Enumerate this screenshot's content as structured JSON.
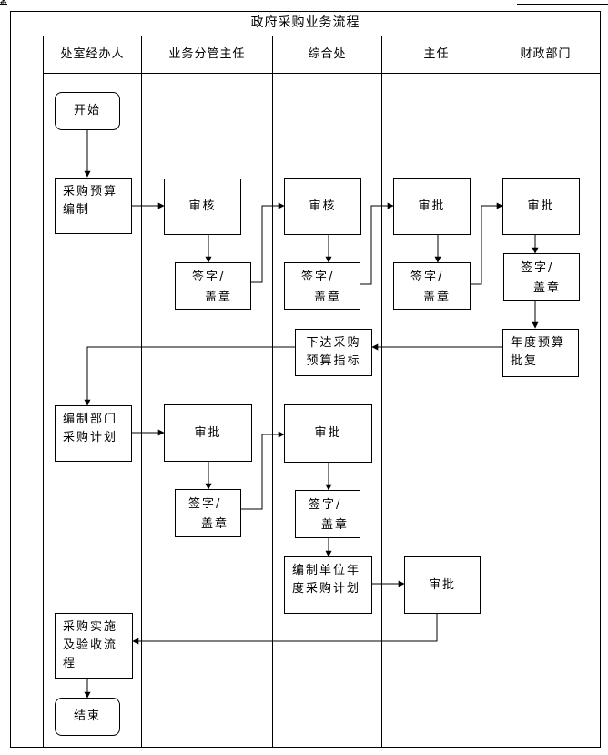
{
  "title": "政府采购业务流程",
  "lanes": [
    {
      "id": "officer",
      "label": "处室经办人"
    },
    {
      "id": "supervisor",
      "label": "业务分管主任"
    },
    {
      "id": "general",
      "label": "综合处"
    },
    {
      "id": "director",
      "label": "主任"
    },
    {
      "id": "finance",
      "label": "财政部门"
    }
  ],
  "nodes": {
    "start": {
      "lines": [
        "开始"
      ]
    },
    "budget_prep": {
      "lines": [
        "采购预算",
        "编制"
      ]
    },
    "review_supervisor_1": {
      "lines": [
        "审核"
      ]
    },
    "sign_supervisor_1": {
      "lines": [
        "签字/",
        "盖章"
      ]
    },
    "review_general_1": {
      "lines": [
        "审核"
      ]
    },
    "sign_general_1": {
      "lines": [
        "签字/",
        "盖章"
      ]
    },
    "approve_director_1": {
      "lines": [
        "审批"
      ]
    },
    "sign_director_1": {
      "lines": [
        "签字/",
        "盖章"
      ]
    },
    "approve_finance": {
      "lines": [
        "审批"
      ]
    },
    "sign_finance": {
      "lines": [
        "签字/",
        "盖章"
      ]
    },
    "annual_budget_reply": {
      "lines": [
        "年度预算",
        "批复"
      ]
    },
    "issue_indicators": {
      "lines": [
        "下达采购",
        "预算指标"
      ]
    },
    "dept_plan": {
      "lines": [
        "编制部门",
        "采购计划"
      ]
    },
    "approve_supervisor_2": {
      "lines": [
        "审批"
      ]
    },
    "sign_supervisor_2": {
      "lines": [
        "签字/",
        "盖章"
      ]
    },
    "approve_general_2": {
      "lines": [
        "审批"
      ]
    },
    "sign_general_2": {
      "lines": [
        "签字/",
        "盖章"
      ]
    },
    "unit_annual_plan": {
      "lines": [
        "编制单位年",
        "度采购计划"
      ]
    },
    "approve_director_2": {
      "lines": [
        "审批"
      ]
    },
    "implement": {
      "lines": [
        "采购实施",
        "及验收流",
        "程"
      ]
    },
    "end": {
      "lines": [
        "结束"
      ]
    }
  },
  "edges": [
    [
      "start",
      "budget_prep"
    ],
    [
      "budget_prep",
      "review_supervisor_1"
    ],
    [
      "review_supervisor_1",
      "sign_supervisor_1"
    ],
    [
      "sign_supervisor_1",
      "review_general_1"
    ],
    [
      "review_general_1",
      "sign_general_1"
    ],
    [
      "sign_general_1",
      "approve_director_1"
    ],
    [
      "approve_director_1",
      "sign_director_1"
    ],
    [
      "sign_director_1",
      "approve_finance"
    ],
    [
      "approve_finance",
      "sign_finance"
    ],
    [
      "sign_finance",
      "annual_budget_reply"
    ],
    [
      "annual_budget_reply",
      "issue_indicators"
    ],
    [
      "issue_indicators",
      "dept_plan"
    ],
    [
      "dept_plan",
      "approve_supervisor_2"
    ],
    [
      "approve_supervisor_2",
      "sign_supervisor_2"
    ],
    [
      "sign_supervisor_2",
      "approve_general_2"
    ],
    [
      "approve_general_2",
      "sign_general_2"
    ],
    [
      "sign_general_2",
      "unit_annual_plan"
    ],
    [
      "unit_annual_plan",
      "approve_director_2"
    ],
    [
      "approve_director_2",
      "implement"
    ],
    [
      "implement",
      "end"
    ]
  ]
}
